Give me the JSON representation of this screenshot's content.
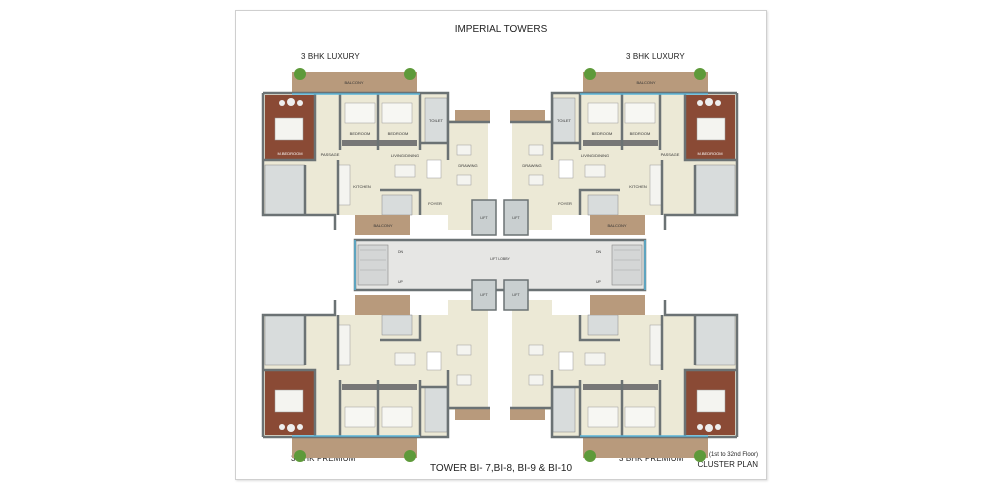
{
  "title": "IMPERIAL TOWERS",
  "units": {
    "top_left": "3 BHK LUXURY",
    "top_right": "3 BHK LUXURY",
    "bottom_left": "3 BHK PREMIUM",
    "bottom_right": "3 BHK PREMIUM"
  },
  "footer": {
    "tower": "TOWER BI- 7,BI-8, BI-9 & BI-10",
    "floors": "(1st to 32nd Floor)",
    "plan_type": "CLUSTER PLAN"
  },
  "rooms": {
    "master_bedroom": "M.BEDROOM",
    "bedroom": "BEDROOM",
    "living_dining": "LIVING/DINING",
    "drawing": "DRAWING",
    "kitchen": "KITCHEN",
    "balcony": "BALCONY",
    "passage": "PASSAGE",
    "toilet": "TOILET",
    "foyer": "FOYER",
    "lift": "LIFT",
    "lift_lobby": "LIFT LOBBY",
    "up": "UP",
    "dn": "DN"
  },
  "colors": {
    "wall": "#6b7274",
    "floor": "#ece9d6",
    "wood": "#8a4a35",
    "deck": "#b89a7c",
    "tile": "#d8dcdc",
    "tree": "#5e9a3a"
  }
}
